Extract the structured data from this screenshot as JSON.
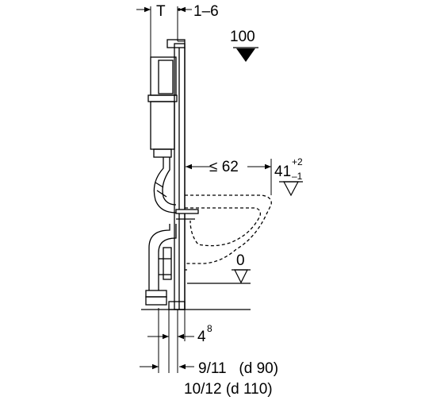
{
  "dimensions": {
    "top_left": "T",
    "top_right": "1–6",
    "height_top": "100",
    "seat_depth": "≤ 62",
    "seat_height": "41",
    "seat_height_tol_plus": "+2",
    "seat_height_tol_minus": "–1",
    "floor": "0",
    "wall_offset": "4",
    "wall_offset_sup": "8",
    "bottom_dim_1": "9/11   (d 90)",
    "bottom_dim_2": "10/12 (d 110)"
  },
  "colors": {
    "line": "#000000",
    "background": "#ffffff"
  }
}
